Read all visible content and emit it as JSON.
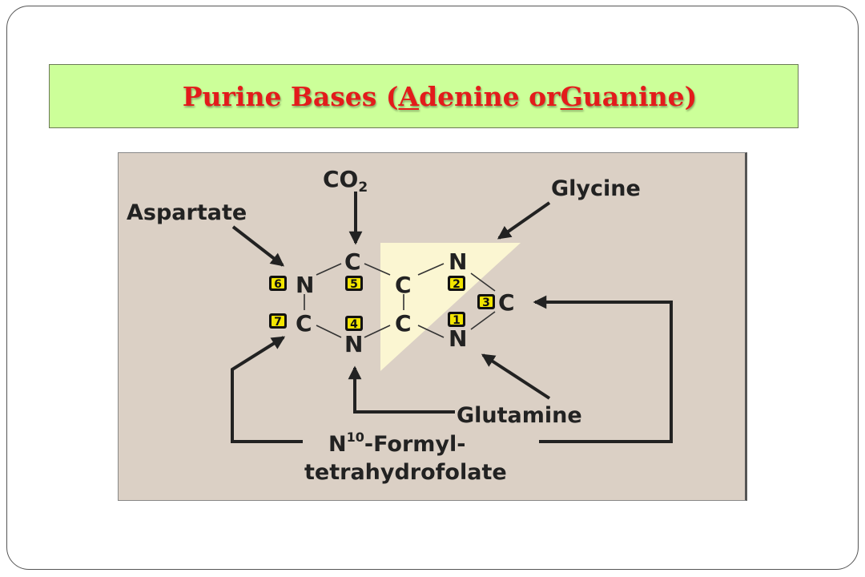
{
  "slide": {
    "title_prefix": "Purine Bases (",
    "title_a_initial": "A",
    "title_a_rest": "denine or ",
    "title_g_initial": "G",
    "title_g_rest": "uanine)"
  },
  "diagram": {
    "sources": {
      "co2_main": "CO",
      "co2_sub": "2",
      "glycine": "Glycine",
      "aspartate": "Aspartate",
      "glutamine": "Glutamine",
      "formyl_n": "N",
      "formyl_sup": "10",
      "formyl_line1_rest": "-Formyl-",
      "formyl_line2": "tetrahydrofolate"
    },
    "atoms": {
      "n_top_left": "N",
      "c_top": "C",
      "c_upper_mid": "C",
      "n_top_right": "N",
      "c_right": "C",
      "c_left": "C",
      "n_bottom": "N",
      "c_lower_mid": "C",
      "n_bottom_right": "N"
    },
    "positions": {
      "p6": "6",
      "p5": "5",
      "p2": "2",
      "p3": "3",
      "p7": "7",
      "p4": "4",
      "p1": "1"
    },
    "colors": {
      "background": "#dbd0c5",
      "glycine_highlight": "#fbf6d2",
      "number_badge": "#f2e500",
      "title_text": "#e31b1b",
      "title_box": "#ccff99"
    }
  }
}
